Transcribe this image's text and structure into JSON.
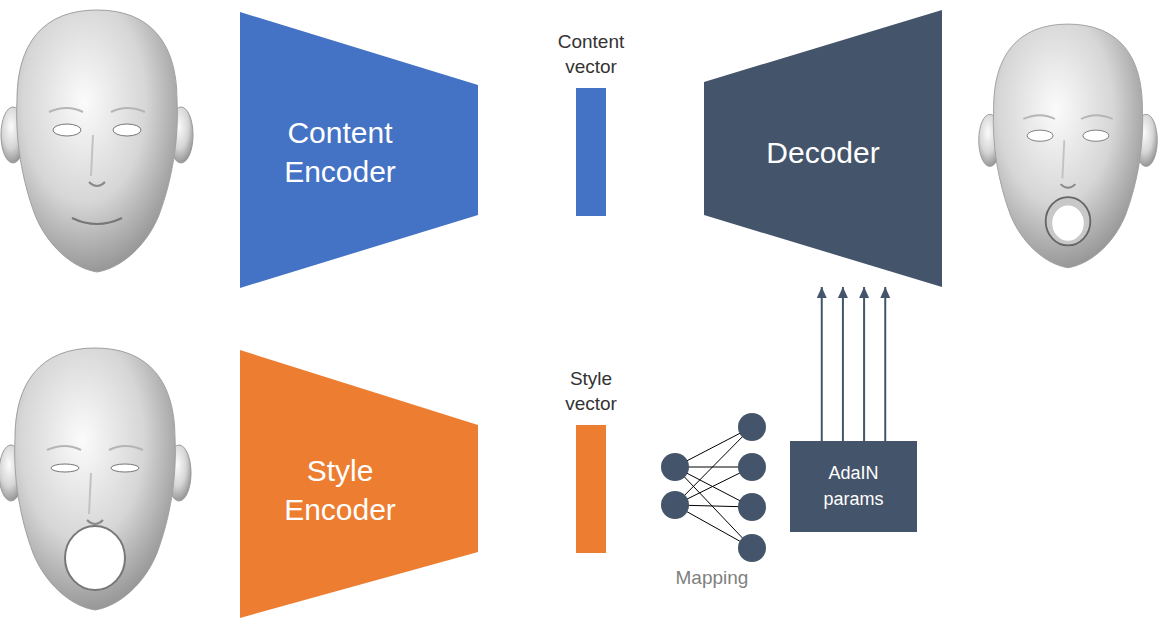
{
  "diagram": {
    "nodes": [
      {
        "text": [
          "Content Encoder"
        ]
      },
      {
        "text": [
          "Content vector"
        ]
      },
      {
        "text": [
          "Decoder"
        ]
      },
      {
        "text": [
          "Style Encoder"
        ]
      },
      {
        "text": [
          "Style vector"
        ]
      },
      {
        "text": [
          "AdaIN params"
        ]
      }
    ],
    "edges": [
      {
        "from": 5,
        "to": 2,
        "arrow": "to"
      },
      {
        "from": 5,
        "to": 2,
        "arrow": "to"
      },
      {
        "from": 5,
        "to": 2,
        "arrow": "to"
      },
      {
        "from": 5,
        "to": 2,
        "arrow": "to"
      }
    ],
    "labels": [
      "Mapping"
    ]
  }
}
